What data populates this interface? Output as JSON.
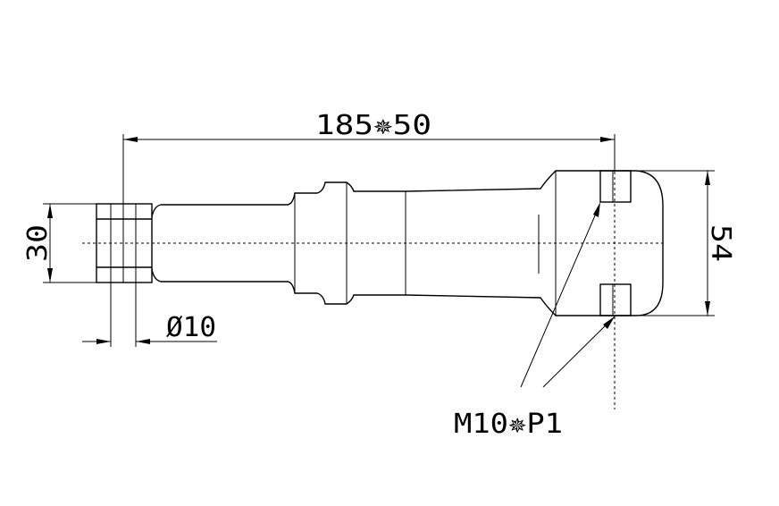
{
  "dimensions": {
    "overall_length": "185✵50",
    "head_width": "54",
    "end_height": "30",
    "pin_diameter": "Ø10",
    "thread_callout": "M10✵P1"
  }
}
